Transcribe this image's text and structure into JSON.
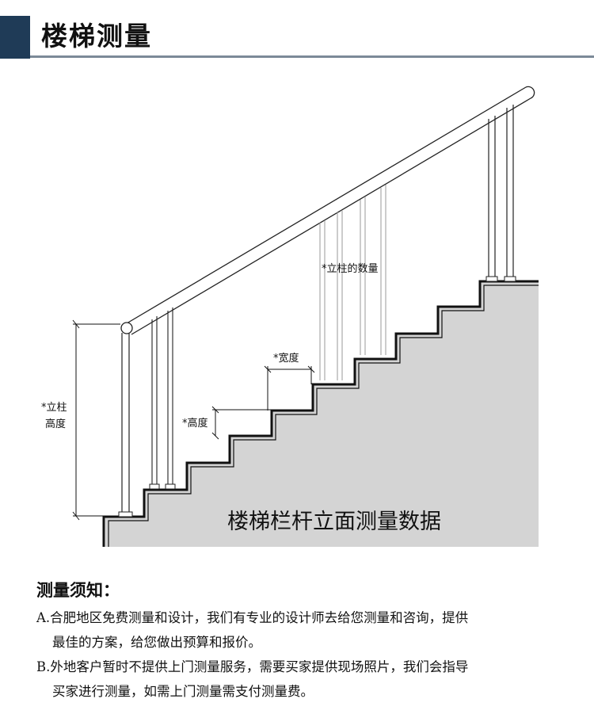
{
  "header": {
    "title": "楼梯测量"
  },
  "diagram": {
    "labels": {
      "baluster_count": "*立柱的数量",
      "width": "*宽度",
      "height": "*高度",
      "post_height_line1": "*立柱",
      "post_height_line2": "高度",
      "caption": "楼梯栏杆立面测量数据"
    }
  },
  "notes": {
    "title": "测量须知：",
    "items": [
      {
        "line1": "A.合肥地区免费测量和设计，我们有专业的设计师去给您测量和咨询，提供",
        "line2": "最佳的方案，给您做出预算和报价。"
      },
      {
        "line1": "B.外地客户暂时不提供上门测量服务，需要买家提供现场照片，我们会指导",
        "line2": "买家进行测量，如需上门测量需支付测量费。"
      }
    ]
  },
  "colors": {
    "header_block": "#1f3b57",
    "rule": "#7c8a98",
    "stair_fill": "#d4d4d4"
  }
}
